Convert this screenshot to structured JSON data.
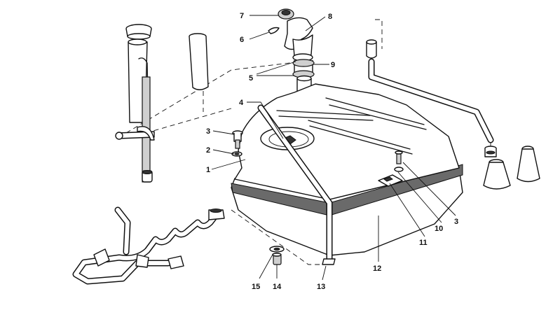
{
  "callouts": [
    "1",
    "2",
    "3",
    "4",
    "5",
    "6",
    "7",
    "8",
    "9",
    "10",
    "11",
    "12",
    "13",
    "14",
    "15",
    "3"
  ],
  "colors": {
    "ink": "#111111",
    "foam": "#6a6a6a",
    "shade": "#cfcfcf"
  }
}
